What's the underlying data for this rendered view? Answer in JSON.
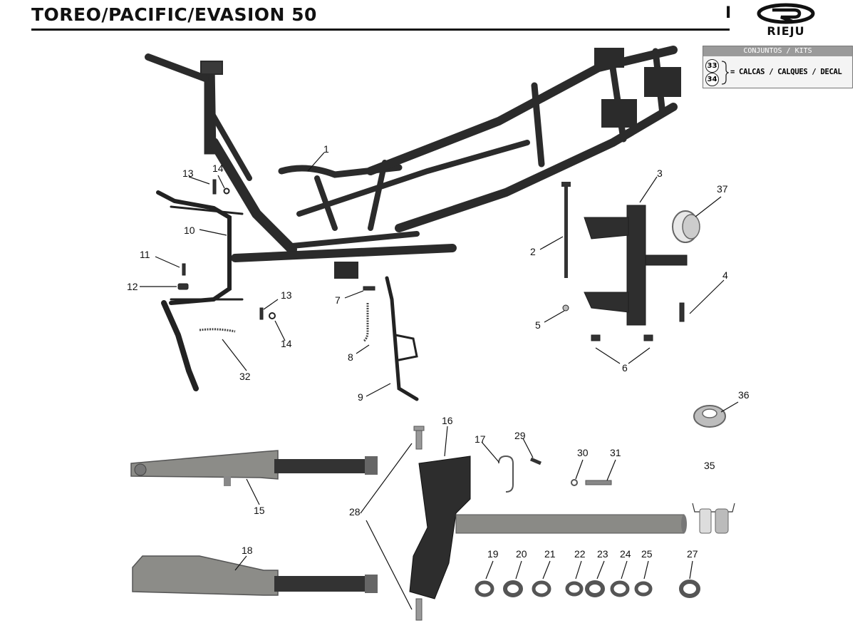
{
  "page": {
    "title": "TOREO/PACIFIC/EVASION 50",
    "section": "I",
    "brand": "RIEJU"
  },
  "kits": {
    "header": "CONJUNTOS / KITS",
    "numbers": [
      "33",
      "34"
    ],
    "description": "= CALCAS / CALQUES / DECAL"
  },
  "callouts": [
    "1",
    "2",
    "3",
    "4",
    "5",
    "6",
    "7",
    "8",
    "9",
    "10",
    "11",
    "12",
    "13",
    "13",
    "14",
    "14",
    "15",
    "16",
    "17",
    "18",
    "19",
    "20",
    "21",
    "22",
    "23",
    "24",
    "25",
    "27",
    "28",
    "29",
    "30",
    "31",
    "32",
    "35",
    "36",
    "37"
  ],
  "colors": {
    "frame": "#2b2b2b",
    "fork_tube": "#8c8c88",
    "fork_chrome": "#3a3a3a",
    "steel_part": "#777777",
    "line": "#111111"
  }
}
